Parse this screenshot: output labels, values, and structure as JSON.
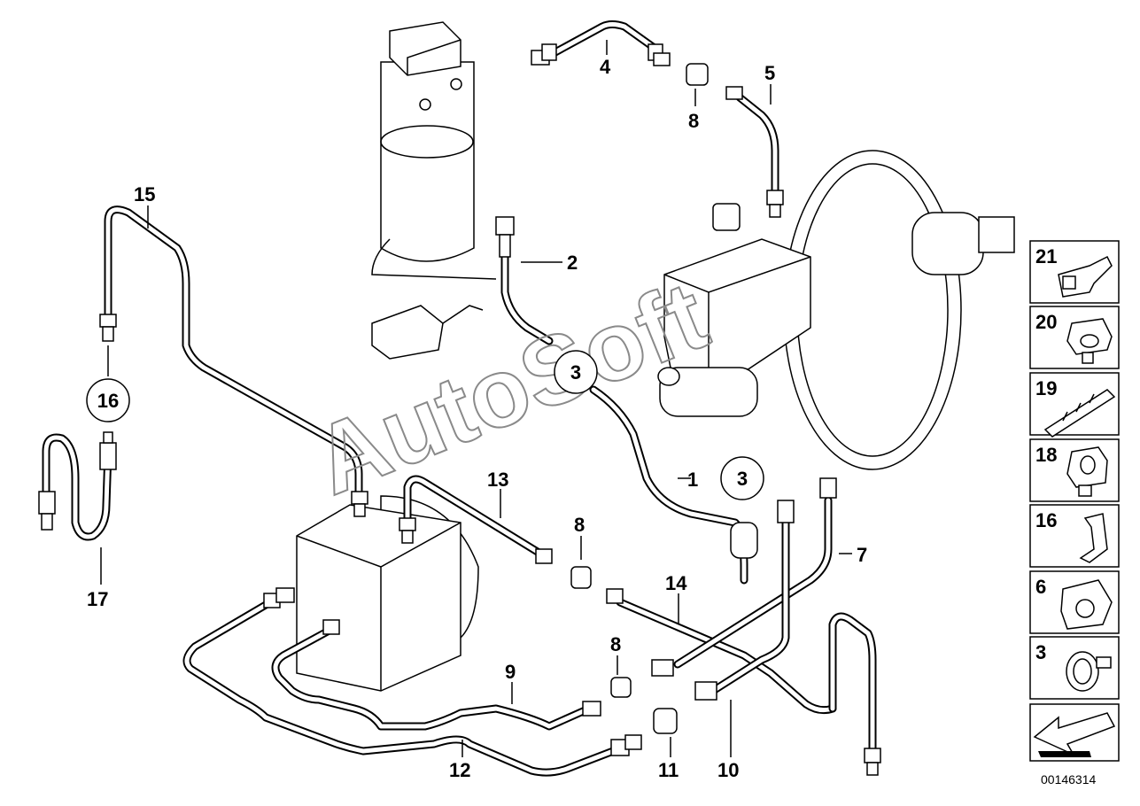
{
  "diagram": {
    "callouts": [
      "1",
      "2",
      "4",
      "5",
      "7",
      "8",
      "8",
      "8",
      "9",
      "10",
      "11",
      "12",
      "13",
      "14",
      "15",
      "17"
    ],
    "circled": [
      "3",
      "3",
      "16"
    ],
    "sidebar": [
      {
        "label": "21",
        "icon": "clip-icon"
      },
      {
        "label": "20",
        "icon": "bracket-icon"
      },
      {
        "label": "19",
        "icon": "pipe-holder-icon"
      },
      {
        "label": "18",
        "icon": "holder-icon"
      },
      {
        "label": "16",
        "icon": "bracket-plate-icon"
      },
      {
        "label": "6",
        "icon": "pipe-clip-icon"
      },
      {
        "label": "3",
        "icon": "hose-clamp-icon"
      }
    ],
    "nav_icon": "arrow-icon",
    "diagram_id": "00146314",
    "watermark": "AutoSoft"
  }
}
